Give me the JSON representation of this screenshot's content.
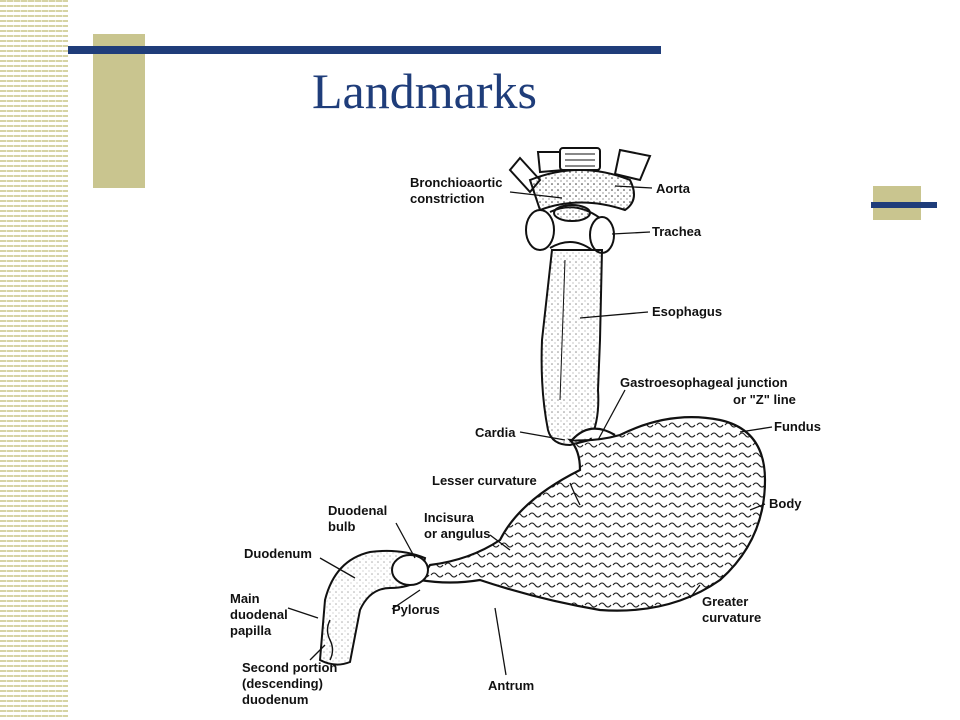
{
  "slide": {
    "title": "Landmarks"
  },
  "diagram": {
    "labels": {
      "bronchioaortic_1": "Bronchioaortic",
      "bronchioaortic_2": "constriction",
      "aorta": "Aorta",
      "trachea": "Trachea",
      "esophagus": "Esophagus",
      "gej_1": "Gastroesophageal junction",
      "gej_2": "or \"Z\" line",
      "cardia": "Cardia",
      "fundus": "Fundus",
      "lesser_curvature": "Lesser curvature",
      "body": "Body",
      "duodenal_bulb_1": "Duodenal",
      "duodenal_bulb_2": "bulb",
      "incisura_1": "Incisura",
      "incisura_2": "or angulus",
      "duodenum": "Duodenum",
      "papilla_1": "Main",
      "papilla_2": "duodenal",
      "papilla_3": "papilla",
      "pylorus": "Pylorus",
      "greater_curvature_1": "Greater",
      "greater_curvature_2": "curvature",
      "second_portion_1": "Second portion",
      "second_portion_2": "(descending)",
      "second_portion_3": "duodenum",
      "antrum": "Antrum"
    }
  },
  "colors": {
    "title": "#1f3d7a",
    "accent_bar": "#1f3d7a",
    "tan": "#c9c58f",
    "stripe": "#d6d3a4"
  }
}
